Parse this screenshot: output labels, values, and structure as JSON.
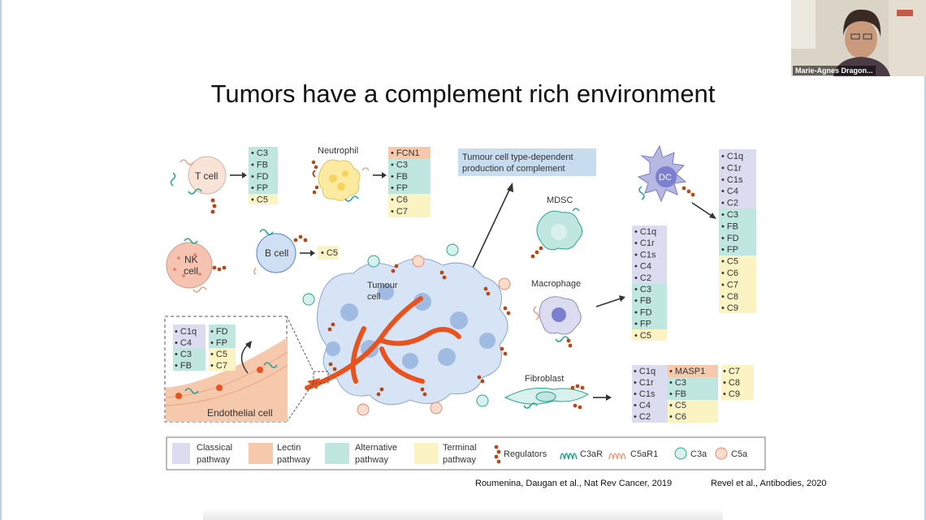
{
  "slide": {
    "title": "Tumors have a complement rich environment",
    "citation_left": "Roumenina, Daugan et al., Nat Rev Cancer, 2019",
    "citation_right": "Revel et al., Antibodies, 2020"
  },
  "video": {
    "participant_name": "Marie-Agnes Dragon..."
  },
  "figure": {
    "cells": {
      "t_cell": "T cell",
      "neutrophil": "Neutrophil",
      "nk_line1": "NK",
      "nk_line2": "cell",
      "b_cell": "B cell",
      "mdsc": "MDSC",
      "dc": "DC",
      "tumour_line1": "Tumour",
      "tumour_line2": "cell",
      "macrophage": "Macrophage",
      "fibroblast": "Fibroblast",
      "endothelial": "Endothelial cell"
    },
    "callout_line1": "Tumour cell type-dependent",
    "callout_line2": "production of complement",
    "lists": {
      "t_cell": [
        "C3",
        "FB",
        "FD",
        "FP",
        "C5"
      ],
      "neutrophil": [
        "FCN1",
        "C3",
        "FB",
        "FP",
        "C6",
        "C7"
      ],
      "b_cell": [
        "C5"
      ],
      "macrophage": [
        "C1q",
        "C1r",
        "C1s",
        "C4",
        "C2",
        "C3",
        "FB",
        "FD",
        "FP",
        "C5"
      ],
      "dc": [
        "C1q",
        "C1r",
        "C1s",
        "C4",
        "C2",
        "C3",
        "FB",
        "FD",
        "FP",
        "C5",
        "C6",
        "C7",
        "C8",
        "C9"
      ],
      "endo_left": [
        "C1q",
        "C4",
        "C3",
        "FB"
      ],
      "endo_right": [
        "FD",
        "FP",
        "C5",
        "C7"
      ],
      "fibro_col1": [
        "C1q",
        "C1r",
        "C1s",
        "C4",
        "C2"
      ],
      "fibro_col2": [
        "MASP1",
        "C3",
        "FB",
        "C5",
        "C6"
      ],
      "fibro_col3": [
        "C7",
        "C8",
        "C9"
      ]
    },
    "legend": {
      "classical_1": "Classical",
      "classical_2": "pathway",
      "lectin_1": "Lectin",
      "lectin_2": "pathway",
      "alternative_1": "Alternative",
      "alternative_2": "pathway",
      "terminal_1": "Terminal",
      "terminal_2": "pathway",
      "regulators": "Regulators",
      "c3ar": "C3aR",
      "c5ar1": "C5aR1",
      "c3a": "C3a",
      "c5a": "C5a"
    }
  },
  "colors": {
    "classical": "#dcdcf0",
    "lectin": "#f6c8ac",
    "alternative": "#bfe6df",
    "terminal": "#fbf3c2",
    "regulator": "#b5491a",
    "c3ar": "#2aa593",
    "c5ar1": "#e8a583",
    "vessel": "#e8521f",
    "callout": "#c8dcf0"
  }
}
